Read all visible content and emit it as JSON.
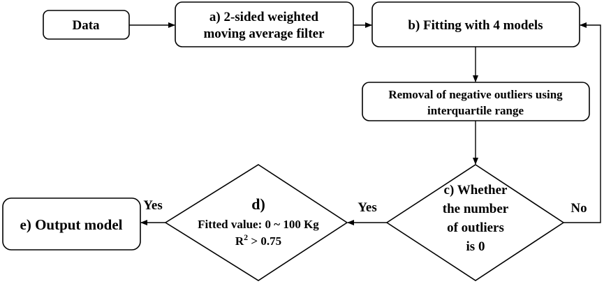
{
  "nodes": {
    "data": {
      "label": "Data"
    },
    "filter": {
      "line1": "a) 2-sided weighted",
      "line2": "moving average filter"
    },
    "fitting": {
      "label": "b) Fitting with 4 models"
    },
    "removal": {
      "line1": "Removal of negative outliers using",
      "line2": "interquartile range"
    },
    "decision_c": {
      "line1": "c) Whether",
      "line2": "the number",
      "line3": "of outliers",
      "line4": "is 0"
    },
    "decision_d": {
      "title": "d)",
      "line1": "Fitted value: 0 ~ 100 Kg",
      "line2_base": "R",
      "line2_sup": "2",
      "line2_rest": " > 0.75"
    },
    "output": {
      "label": "e) Output model"
    }
  },
  "edge_labels": {
    "c_yes": "Yes",
    "c_no": "No",
    "d_yes": "Yes"
  }
}
